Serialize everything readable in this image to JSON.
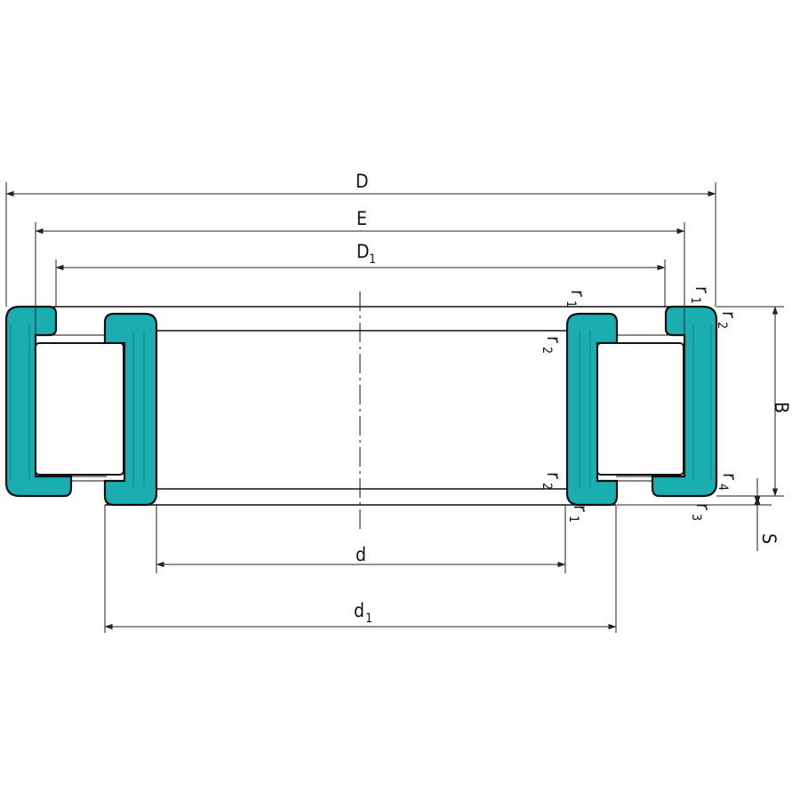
{
  "colors": {
    "ring": "#1aaeb1",
    "ring_shade": "#149a9d",
    "outline": "#111111"
  },
  "labels": {
    "D": "D",
    "E": "E",
    "D1": "D",
    "D1_sub": "1",
    "d": "d",
    "d1": "d",
    "d1_sub": "1",
    "B": "B",
    "S": "S",
    "r1": "r",
    "r1_sub": "1",
    "r2": "r",
    "r2_sub": "2",
    "r3": "r",
    "r3_sub": "3",
    "r4": "r",
    "r4_sub": "4"
  }
}
